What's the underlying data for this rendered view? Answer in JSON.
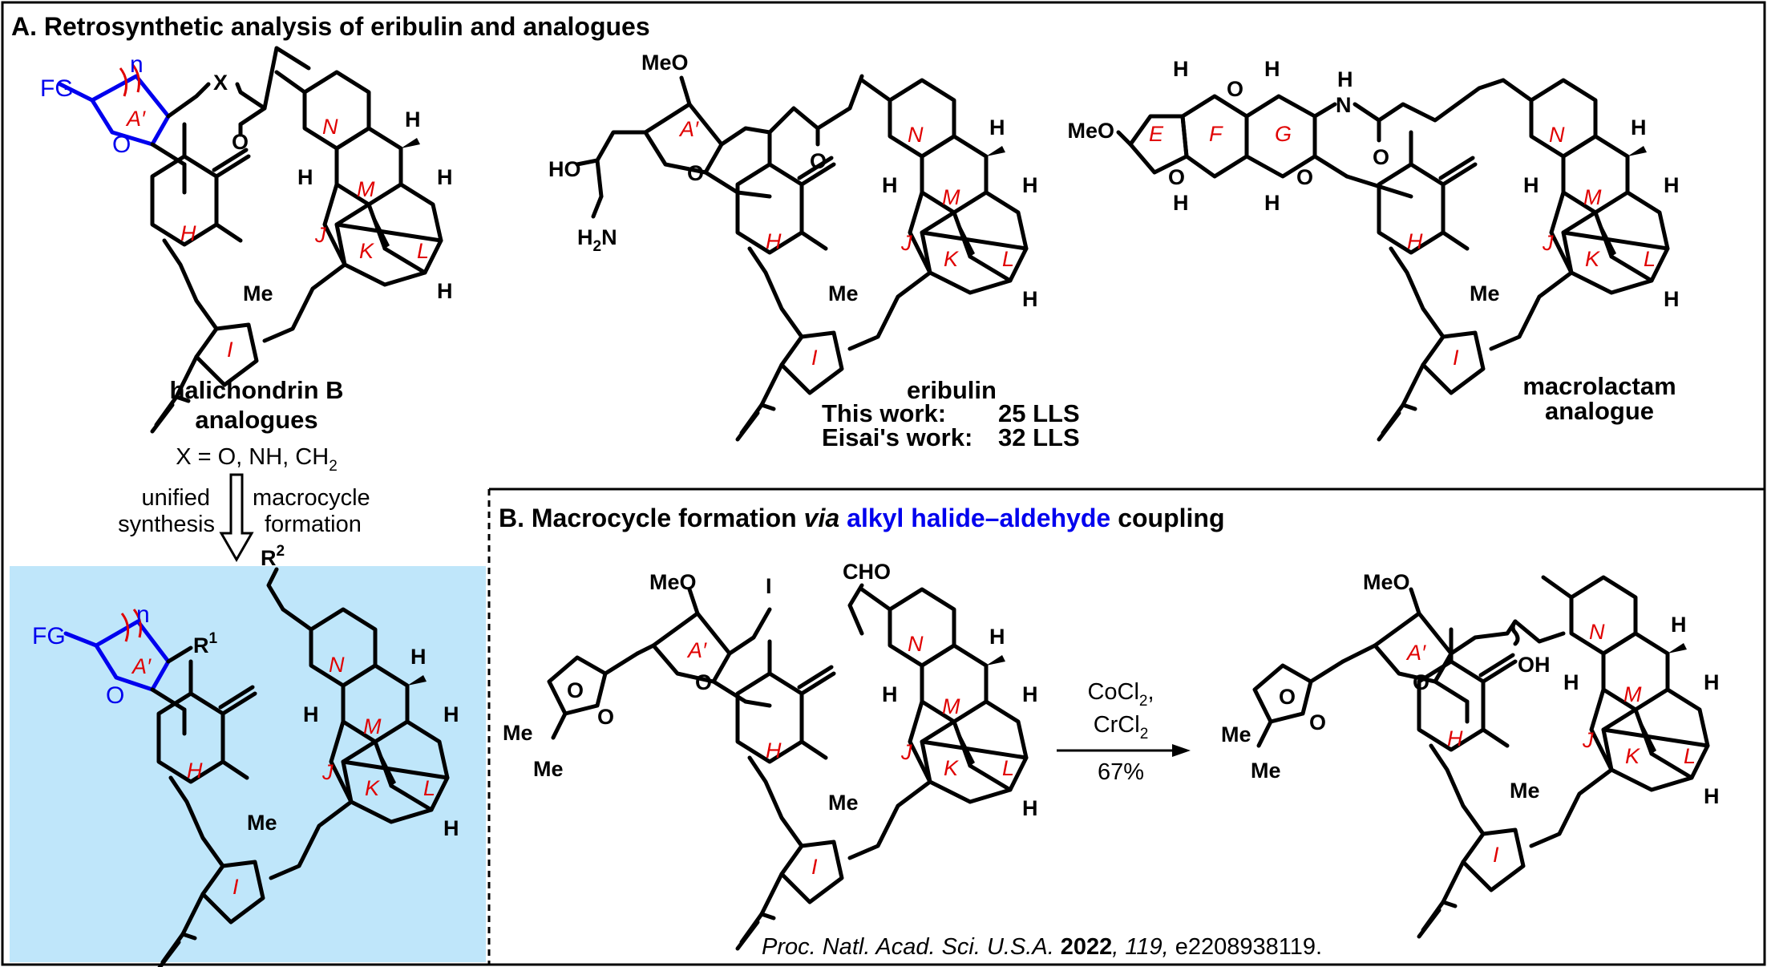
{
  "panel_a": {
    "heading": "A. Retrosynthetic analysis of eribulin and analogues",
    "halichondrin": {
      "caption_line1": "halichondrin B",
      "caption_line2": "analogues",
      "x_def": "X = O, NH, CH",
      "x_def_sub": "2",
      "fg": "FG",
      "n": "n",
      "x": "X"
    },
    "eribulin": {
      "caption": "eribulin",
      "this_work_label": "This work:",
      "this_work_value": "25 LLS",
      "eisai_label": "Eisai's work:",
      "eisai_value": "32 LLS",
      "meo": "MeO",
      "ho": "HO",
      "h2n": "H",
      "h2n_sub": "2",
      "h2n_n": "N"
    },
    "macrolactam": {
      "caption_line1": "macrolactam",
      "caption_line2": "analogue",
      "meo": "MeO",
      "nh": "N"
    },
    "arrow_left_label_1": "unified",
    "arrow_left_label_2": "synthesis",
    "arrow_right_label_1": "macrocycle",
    "arrow_right_label_2": "formation",
    "intermediate": {
      "fg": "FG",
      "n": "n",
      "r1": "R",
      "r1_sup": "1",
      "r2": "R",
      "r2_sup": "2"
    }
  },
  "panel_b": {
    "heading_1": "B. Macrocycle formation",
    "heading_via": "via",
    "heading_blue": "alkyl halide–aldehyde",
    "heading_2": "coupling",
    "reagent_1": "CoCl",
    "reagent_1_sub": "2",
    "reagent_2": "CrCl",
    "reagent_2_sub": "2",
    "yield": "67%",
    "sm": {
      "meo": "MeO",
      "i": "I",
      "cho": "CHO",
      "me1": "Me",
      "me2": "Me"
    },
    "product": {
      "meo": "MeO",
      "oh": "OH",
      "me1": "Me",
      "me2": "Me"
    }
  },
  "ring_labels": {
    "a": "A′",
    "e": "E",
    "f": "F",
    "g": "G",
    "h": "H",
    "i": "I",
    "j": "J",
    "k": "K",
    "l": "L",
    "m": "M",
    "n": "N"
  },
  "atoms": {
    "o": "O",
    "h": "H",
    "me": "Me"
  },
  "citation": {
    "journal": "Proc. Natl. Acad. Sci. U.S.A.",
    "year": "2022",
    "volume": "119,",
    "article": "e2208938119."
  },
  "colors": {
    "accent_blue": "#0000ee",
    "ring_red": "#e00000",
    "highlight_bg": "#bfe6fa"
  }
}
